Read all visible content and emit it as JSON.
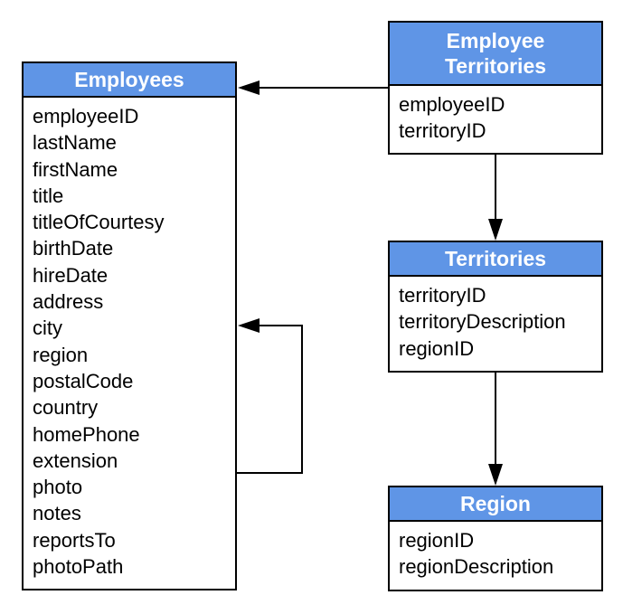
{
  "entities": {
    "employees": {
      "title": "Employees",
      "fields": [
        "employeeID",
        "lastName",
        "firstName",
        "title",
        "titleOfCourtesy",
        "birthDate",
        "hireDate",
        "address",
        "city",
        "region",
        "postalCode",
        "country",
        "homePhone",
        "extension",
        "photo",
        "notes",
        "reportsTo",
        "photoPath"
      ]
    },
    "employee_territories": {
      "title_line1": "Employee",
      "title_line2": "Territories",
      "fields": [
        "employeeID",
        "territoryID"
      ]
    },
    "territories": {
      "title": "Territories",
      "fields": [
        "territoryID",
        "territoryDescription",
        "regionID"
      ]
    },
    "region": {
      "title": "Region",
      "fields": [
        "regionID",
        "regionDescription"
      ]
    }
  },
  "colors": {
    "header_fill": "#5f95e6",
    "header_text": "#ffffff",
    "border": "#000000"
  }
}
